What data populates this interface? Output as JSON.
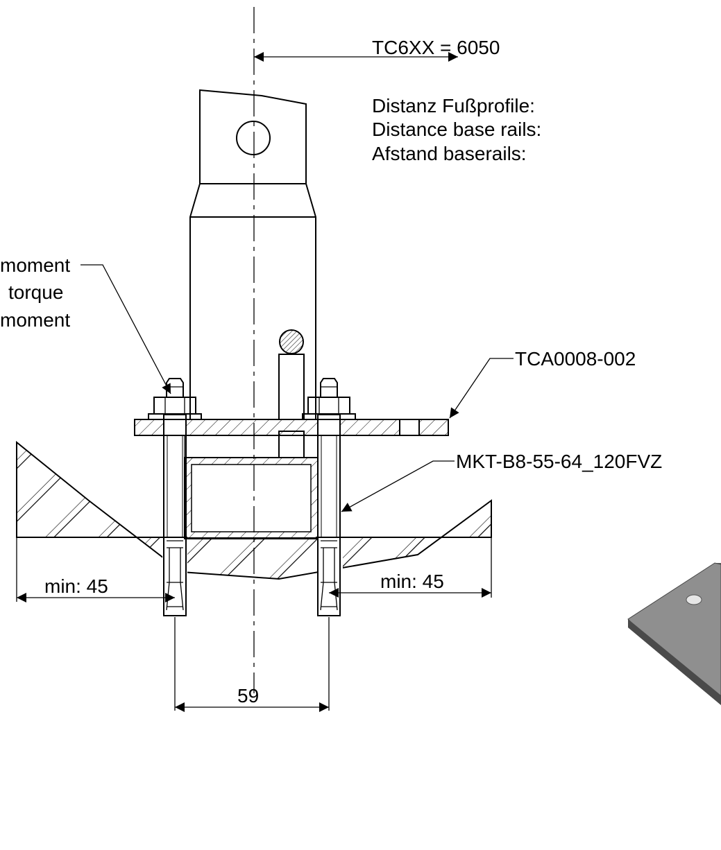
{
  "labels": {
    "model_distance": "TC6XX = 6050",
    "distance_de": "Distanz Fußprofile:",
    "distance_en": "Distance base rails:",
    "distance_nl": "Afstand baserails:",
    "torque_de": "moment",
    "torque_en": "torque",
    "torque_nl": "moment",
    "base_plate_part": "TCA0008-002",
    "anchor_part": "MKT-B8-55-64_120FVZ",
    "edge_left": "min: 45",
    "edge_right": "min: 45",
    "anchor_spacing": "59"
  },
  "colors": {
    "line": "#000000",
    "background": "#ffffff",
    "plate_3d_top": "#8f8f8f",
    "plate_3d_side": "#5a5a5a"
  }
}
